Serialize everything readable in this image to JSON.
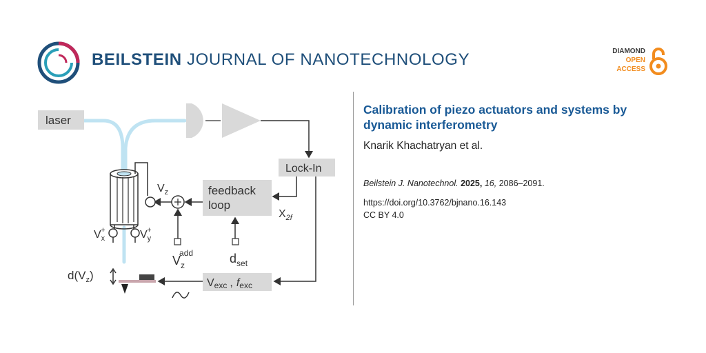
{
  "header": {
    "journal_bold": "BEILSTEIN",
    "journal_rest": "JOURNAL OF NANOTECHNOLOGY",
    "badge": {
      "line1": "DIAMOND",
      "line2": "OPEN",
      "line3": "ACCESS"
    }
  },
  "colors": {
    "brand_blue": "#1f4f7a",
    "title_blue": "#1a5a96",
    "accent_orange": "#f28c1e",
    "fiber": "#bfe3f2",
    "box_gray": "#d9d9d9"
  },
  "figure": {
    "laser": "laser",
    "lockin": "Lock-In",
    "feedback_1": "feedback",
    "feedback_2": "loop",
    "vz_base": "V",
    "vz_sub": "z",
    "vx_base": "V",
    "vx_sub": "x",
    "vx_sup": "+",
    "vy_base": "V",
    "vy_sub": "y",
    "vy_sup": "+",
    "x2f_base": "X",
    "x2f_sub": "2f",
    "vzadd_base": "V",
    "vzadd_sub": "z",
    "vzadd_sup": "add",
    "dset_base": "d",
    "dset_sub": "set",
    "dvz": "d(V",
    "dvz_sub": "z",
    "dvz_close": ")",
    "vexc_base": "V",
    "vexc_sub": "exc",
    "comma": ",",
    "fexc_base": "f",
    "fexc_sub": "exc",
    "plus": "+"
  },
  "article": {
    "title": "Calibration of piezo actuators and systems by dynamic interferometry",
    "authors": "Knarik Khachatryan et al.",
    "citation_journal": "Beilstein J. Nanotechnol.",
    "citation_year": "2025,",
    "citation_volume": "16,",
    "citation_pages": "2086–2091.",
    "doi": "https://doi.org/10.3762/bjnano.16.143",
    "license": "CC BY 4.0"
  }
}
